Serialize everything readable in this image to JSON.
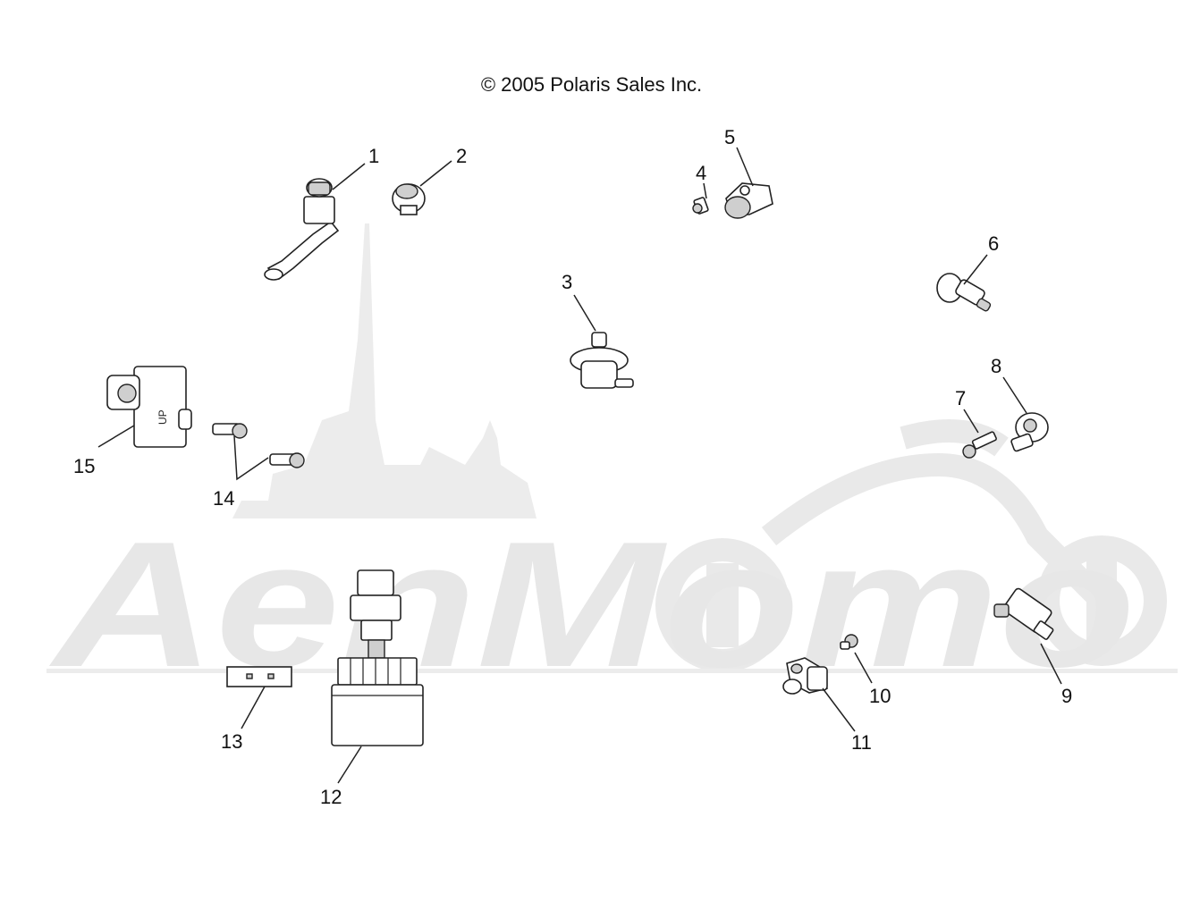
{
  "copyright": "© 2005 Polaris Sales Inc.",
  "watermark": {
    "text": "AenMomo",
    "color": "#e7e7e7"
  },
  "callouts": [
    {
      "id": "c1",
      "label": "1"
    },
    {
      "id": "c2",
      "label": "2"
    },
    {
      "id": "c3",
      "label": "3"
    },
    {
      "id": "c4",
      "label": "4"
    },
    {
      "id": "c5",
      "label": "5"
    },
    {
      "id": "c6",
      "label": "6"
    },
    {
      "id": "c7",
      "label": "7"
    },
    {
      "id": "c8",
      "label": "8"
    },
    {
      "id": "c9",
      "label": "9"
    },
    {
      "id": "c10",
      "label": "10"
    },
    {
      "id": "c11",
      "label": "11"
    },
    {
      "id": "c12",
      "label": "12"
    },
    {
      "id": "c13",
      "label": "13"
    },
    {
      "id": "c14",
      "label": "14"
    },
    {
      "id": "c15",
      "label": "15"
    }
  ]
}
